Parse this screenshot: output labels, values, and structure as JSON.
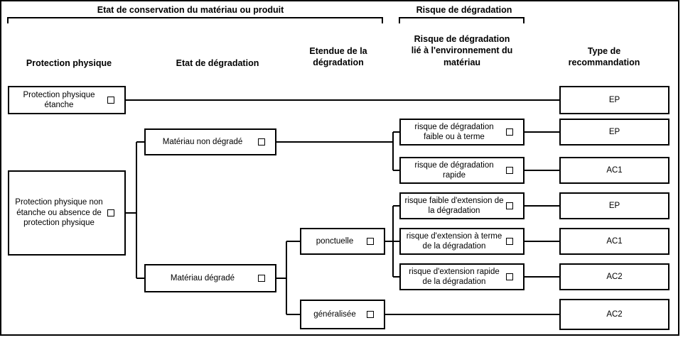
{
  "group_titles": {
    "conservation": "Etat de conservation du matériau ou produit",
    "risque": "Risque de dégradation"
  },
  "column_headers": {
    "protection": "Protection physique",
    "etat_degradation": "Etat de dégradation",
    "etendue": "Etendue de la\ndégradation",
    "risque_environnement": "Risque de dégradation\nlié à l'environnement du\nmatériau",
    "type_recommandation": "Type de\nrecommandation"
  },
  "nodes": {
    "protection_etanche": "Protection physique\nétanche",
    "protection_non_etanche": "Protection physique non\nétanche ou absence de\nprotection physique",
    "materiau_non_degrade": "Matériau non dégradé",
    "materiau_degrade": "Matériau dégradé",
    "ponctuelle": "ponctuelle",
    "generalisee": "généralisée",
    "risque_faible_ou_terme": "risque de dégradation\nfaible ou à terme",
    "risque_rapide": "risque de dégradation\nrapide",
    "risque_faible_extension": "risque faible d'extension de\nla dégradation",
    "risque_extension_terme": "risque d'extension à terme\nde la dégradation",
    "risque_extension_rapide": "risque d'extension rapide\nde la dégradation"
  },
  "recommendations": [
    "EP",
    "EP",
    "AC1",
    "EP",
    "AC1",
    "AC2",
    "AC2"
  ]
}
